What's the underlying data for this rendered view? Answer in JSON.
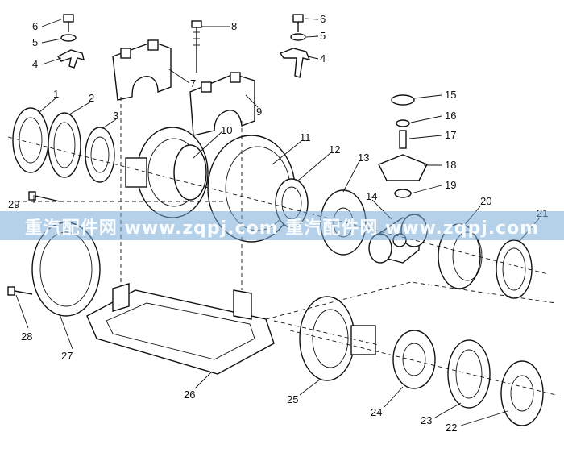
{
  "diagram": {
    "callouts": [
      {
        "id": "c1",
        "label": "1"
      },
      {
        "id": "c2",
        "label": "2"
      },
      {
        "id": "c3",
        "label": "3"
      },
      {
        "id": "c4a",
        "label": "4"
      },
      {
        "id": "c4b",
        "label": "4"
      },
      {
        "id": "c5a",
        "label": "5"
      },
      {
        "id": "c5b",
        "label": "5"
      },
      {
        "id": "c6a",
        "label": "6"
      },
      {
        "id": "c6b",
        "label": "6"
      },
      {
        "id": "c7",
        "label": "7"
      },
      {
        "id": "c8",
        "label": "8"
      },
      {
        "id": "c9",
        "label": "9"
      },
      {
        "id": "c10",
        "label": "10"
      },
      {
        "id": "c11",
        "label": "11"
      },
      {
        "id": "c12",
        "label": "12"
      },
      {
        "id": "c13",
        "label": "13"
      },
      {
        "id": "c14",
        "label": "14"
      },
      {
        "id": "c15",
        "label": "15"
      },
      {
        "id": "c16",
        "label": "16"
      },
      {
        "id": "c17",
        "label": "17"
      },
      {
        "id": "c18",
        "label": "18"
      },
      {
        "id": "c19",
        "label": "19"
      },
      {
        "id": "c20",
        "label": "20"
      },
      {
        "id": "c21",
        "label": "21"
      },
      {
        "id": "c22",
        "label": "22"
      },
      {
        "id": "c23",
        "label": "23"
      },
      {
        "id": "c24",
        "label": "24"
      },
      {
        "id": "c25",
        "label": "25"
      },
      {
        "id": "c26",
        "label": "26"
      },
      {
        "id": "c27",
        "label": "27"
      },
      {
        "id": "c28",
        "label": "28"
      },
      {
        "id": "c29",
        "label": "29"
      }
    ]
  },
  "watermark": {
    "text": "重汽配件网 www.zqpj.com 重汽配件网 www.zqpj.com"
  }
}
